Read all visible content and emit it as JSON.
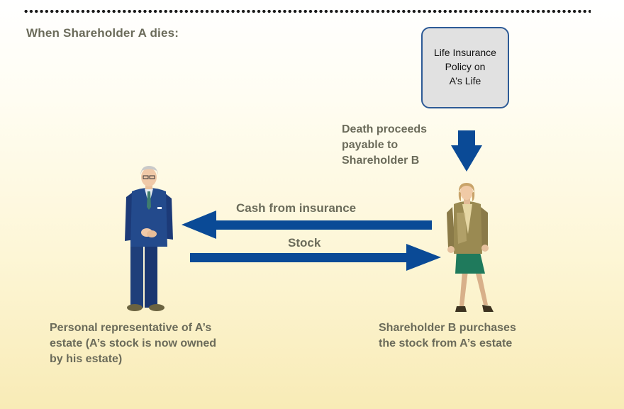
{
  "heading": "When Shareholder A dies:",
  "policy_box": {
    "text": "Life Insurance\nPolicy on\nA’s Life"
  },
  "proceeds_text": "Death proceeds\npayable to\nShareholder B",
  "arrows": {
    "cash_label": "Cash from insurance",
    "stock_label": "Stock"
  },
  "captions": {
    "representative": "Personal representative of A’s\nestate (A’s stock is now owned\nby his estate)",
    "shareholder_b": "Shareholder B purchases\nthe stock from A’s estate"
  },
  "colors": {
    "arrow": "#0a4a96",
    "label_text": "#6b6b5a",
    "box_border": "#2d5a96",
    "box_fill": "#e1e1e1"
  }
}
